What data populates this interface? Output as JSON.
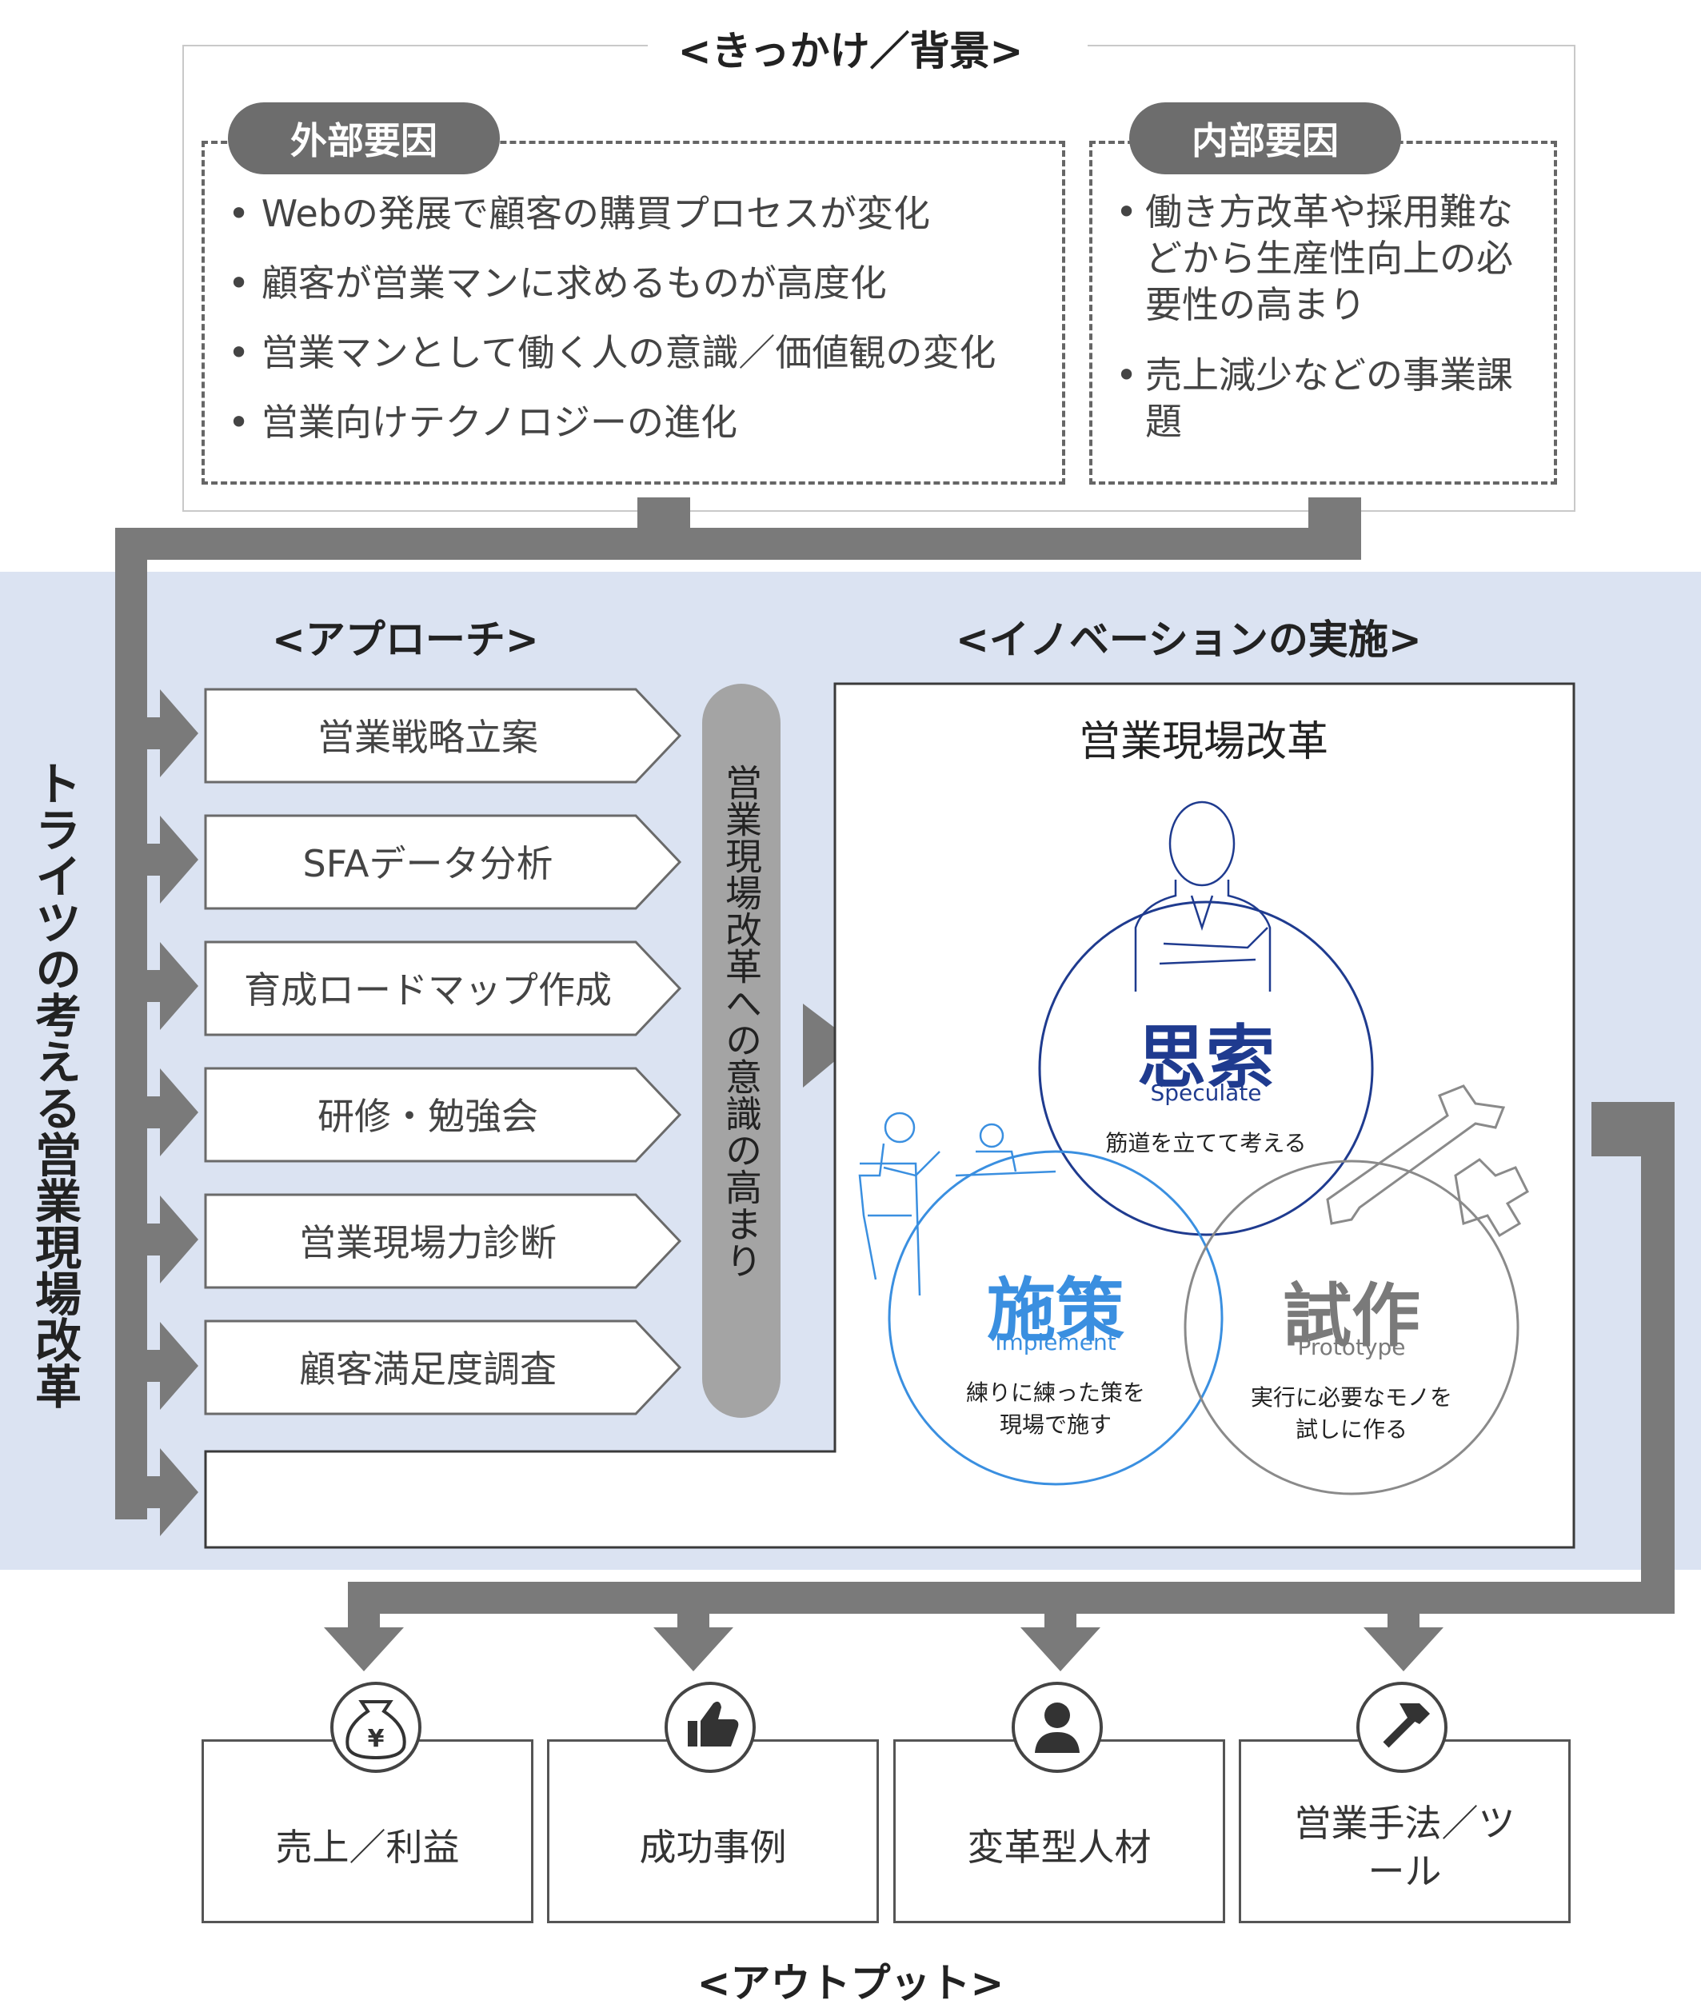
{
  "background_section": {
    "title": "<きっかけ／背景>",
    "external": {
      "label": "外部要因",
      "items": [
        "Webの発展で顧客の購買プロセスが変化",
        "顧客が営業マンに求めるものが高度化",
        "営業マンとして働く人の意識／価値観の変化",
        "営業向けテクノロジーの進化"
      ]
    },
    "internal": {
      "label": "内部要因",
      "items": [
        "働き方改革や採用難などから生産性向上の必要性の高まり",
        "売上減少などの事業課題"
      ]
    }
  },
  "side_title": "トライツの考える営業現場改革",
  "approach": {
    "title": "<アプローチ>",
    "items": [
      "営業戦略立案",
      "SFAデータ分析",
      "育成ロードマップ作成",
      "研修・勉強会",
      "営業現場力診断",
      "顧客満足度調査"
    ]
  },
  "awareness_pill": "営業現場改革への意識の高まり",
  "innovation": {
    "title": "<イノベーションの実施>",
    "box_title": "営業現場改革",
    "circles": [
      {
        "title": "思索",
        "en": "Speculate",
        "desc": [
          "筋道を立てて考える"
        ],
        "color": "#1f3b8f"
      },
      {
        "title": "施策",
        "en": "Implement",
        "desc": [
          "練りに練った策を",
          "現場で施す"
        ],
        "color": "#3a8fe0"
      },
      {
        "title": "試作",
        "en": "Prototype",
        "desc": [
          "実行に必要なモノを",
          "試しに作る"
        ],
        "color": "#7a7a7a"
      }
    ]
  },
  "output": {
    "title": "<アウトプット>",
    "items": [
      {
        "label": "売上／利益",
        "icon": "money-bag-icon",
        "symbol": "¥"
      },
      {
        "label": "成功事例",
        "icon": "thumbs-up-icon"
      },
      {
        "label": "変革型人材",
        "icon": "person-icon"
      },
      {
        "label": "営業手法／ツール",
        "icon": "hammer-icon"
      }
    ]
  }
}
